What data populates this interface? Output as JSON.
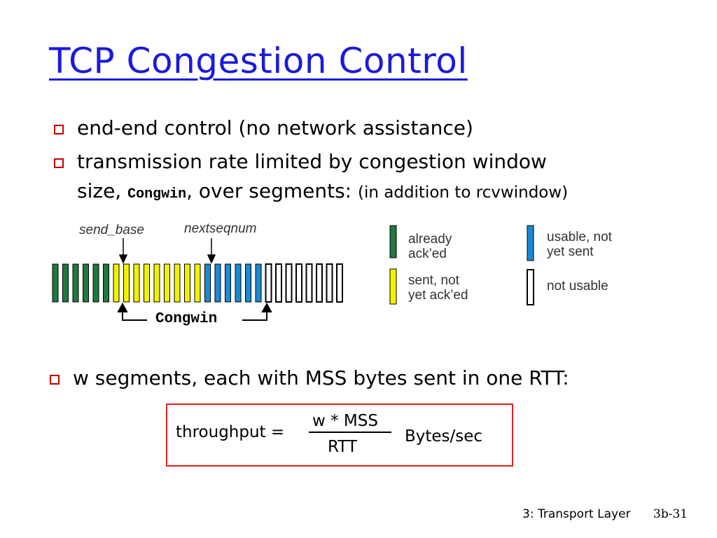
{
  "title": "TCP Congestion Control",
  "bullets": [
    {
      "text": "end-end control (no network assistance)"
    },
    {
      "line1": "transmission rate limited by congestion window",
      "size_label": "size, ",
      "code": "Congwin",
      "after_code": ", over segments:",
      "note": "(in addition to rcvwindow)"
    },
    {
      "text": "w segments, each with MSS bytes sent in one RTT:"
    }
  ],
  "diagram": {
    "send_base_label": "send_base",
    "nextseqnum_label": "nextseqnum",
    "congwin_label": "Congwin",
    "segments": {
      "acked": 6,
      "sent_not_acked": 9,
      "usable": 6,
      "not_usable": 8
    },
    "legend": [
      {
        "line1": "already",
        "line2": "ack’ed",
        "color": "#1e7a3e"
      },
      {
        "line1": "sent, not",
        "line2": "yet ack’ed",
        "color": "#f2f200"
      },
      {
        "line1": "usable, not",
        "line2": "yet sent",
        "color": "#1a8ad4"
      },
      {
        "line1": "not usable",
        "line2": "",
        "color": "#ffffff"
      }
    ]
  },
  "formula": {
    "lhs": "throughput =",
    "numerator": "w * MSS",
    "denominator": "RTT",
    "unit": "Bytes/sec"
  },
  "footer": {
    "chapter": "3: Transport Layer",
    "slide": "3b-31"
  },
  "colors": {
    "title": "#1a1adc",
    "bullet": "#c00000",
    "box_border": "#e02020"
  }
}
